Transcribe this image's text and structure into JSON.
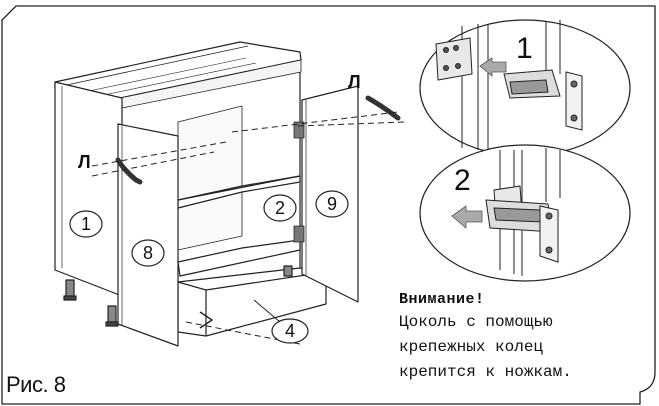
{
  "figure": {
    "caption": "Рис. 8"
  },
  "callouts": {
    "part_1": "1",
    "part_8": "8",
    "part_2": "2",
    "part_9": "9",
    "part_4": "4",
    "handle_left": "Л",
    "handle_right": "Л"
  },
  "insets": {
    "step_1": "1",
    "step_2": "2"
  },
  "note": {
    "title": "Внимание!",
    "lines": [
      "Цоколь с помощью",
      "крепежных колец",
      "крепится к ножкам."
    ]
  }
}
